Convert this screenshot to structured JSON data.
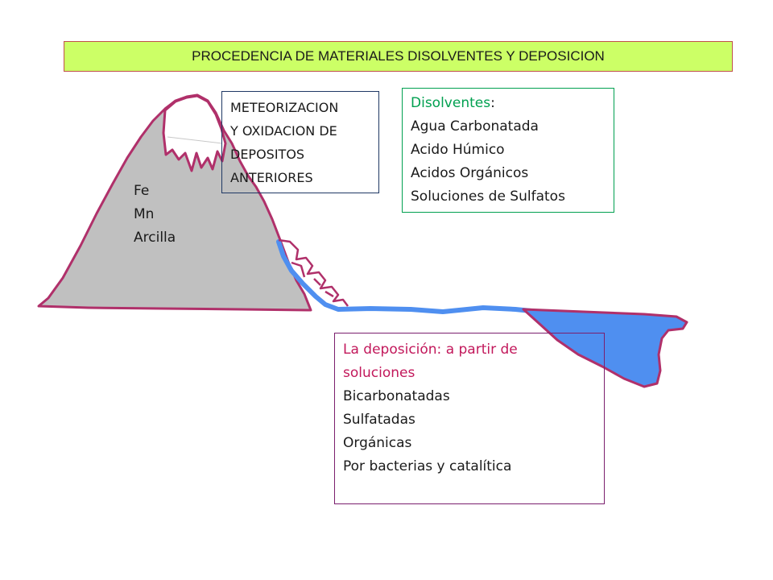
{
  "title": "PROCEDENCIA DE MATERIALES DISOLVENTES Y DEPOSICION",
  "mountain_labels": [
    "Fe",
    "Mn",
    "Arcilla"
  ],
  "meteorization": {
    "lines": [
      "METEORIZACION",
      "Y OXIDACION DE",
      "DEPOSITOS",
      "ANTERIORES"
    ]
  },
  "solvents": {
    "heading": "Disolventes",
    "heading_suffix": ":",
    "items": [
      "Agua Carbonatada",
      "Acido Húmico",
      "Acidos Orgánicos",
      "Soluciones de Sulfatos"
    ]
  },
  "deposition": {
    "heading_lines": [
      "La deposición: a partir de",
      "soluciones"
    ],
    "items": [
      "Bicarbonatadas",
      "Sulfatadas",
      "Orgánicas",
      "Por bacterias y catalítica"
    ]
  },
  "colors": {
    "title_fill": "#ccff66",
    "mountain_fill": "#c0c0c0",
    "outline": "#b0306a",
    "water": "#4f8ff0",
    "green_text": "#00a050",
    "magenta_text": "#c2185b"
  }
}
